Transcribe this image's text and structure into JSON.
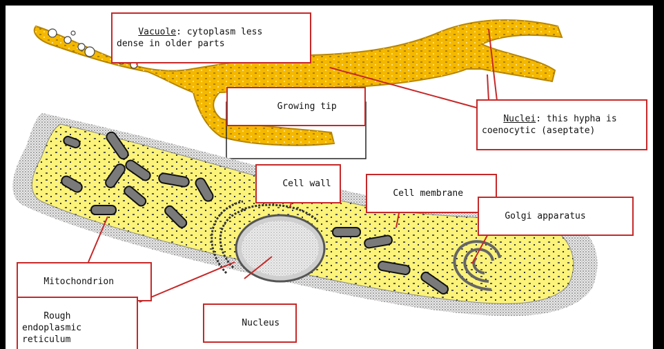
{
  "labels": {
    "vacuole_term": "Vacuole",
    "vacuole_rest": ": cytoplasm less",
    "vacuole_line2": "dense in older parts",
    "growing_tip": "Growing tip",
    "nuclei_term": "Nuclei",
    "nuclei_rest": ": this hypha is",
    "nuclei_line2": "coenocytic (aseptate)",
    "cell_wall": "Cell wall",
    "cell_membrane": "Cell membrane",
    "golgi": "Golgi apparatus",
    "mitochondrion": "Mitochondrion",
    "rer_line1": "Rough",
    "rer_line2": "endoplasmic",
    "rer_line3": "reticulum",
    "nucleus": "Nucleus"
  },
  "colors": {
    "hypha_fill": "#f5b800",
    "cell_fill": "#fbf37a",
    "label_border": "#c62828",
    "organelle": "#7a7a7a",
    "frame": "#000000"
  }
}
